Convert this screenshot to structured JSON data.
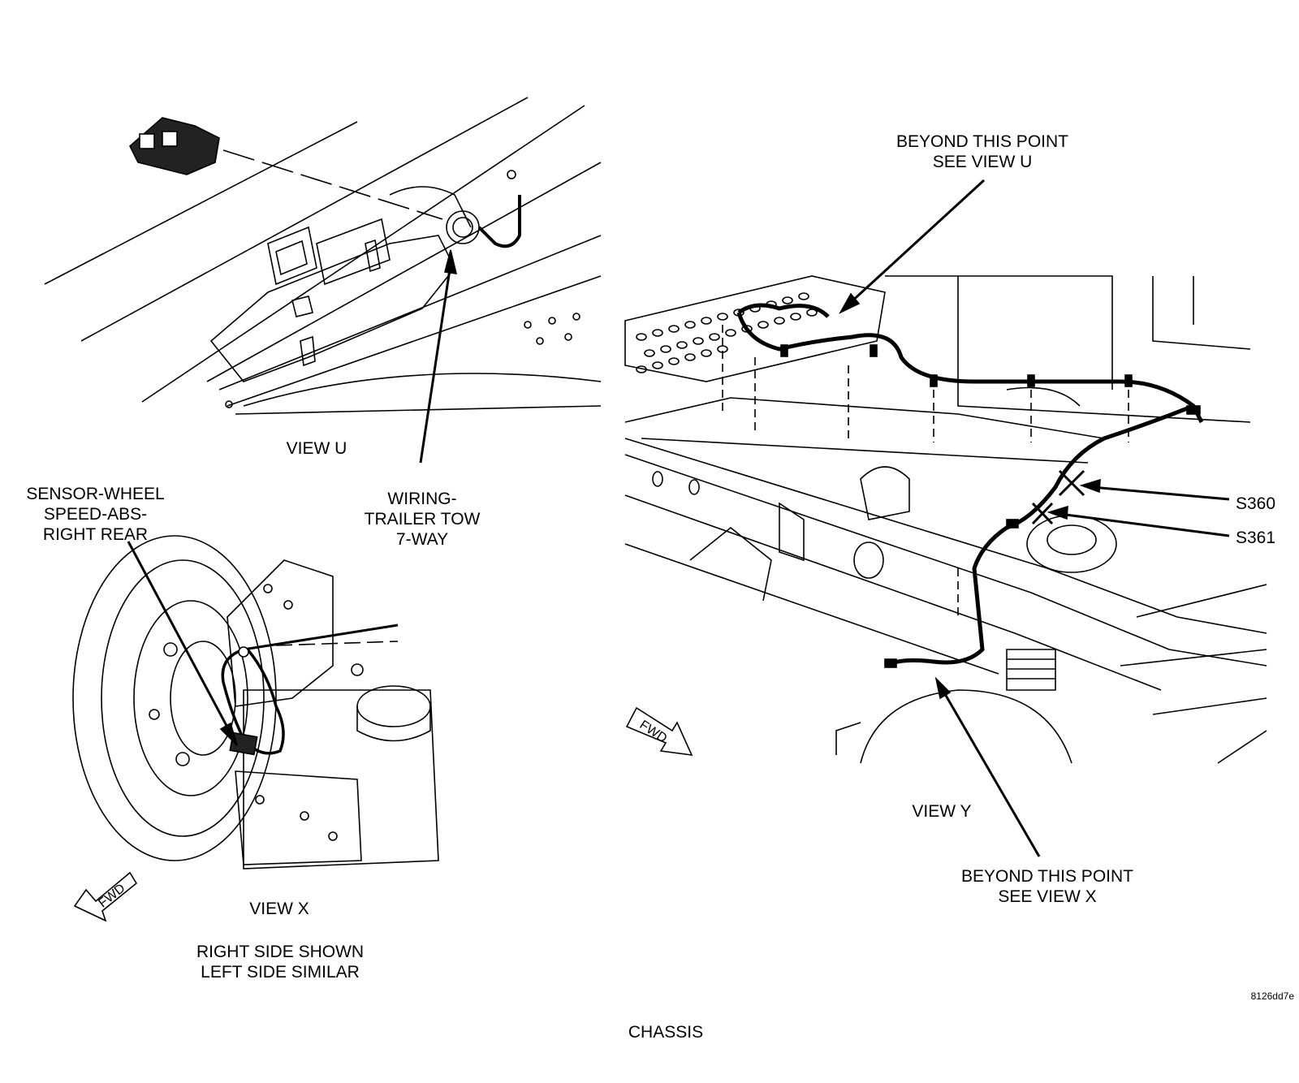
{
  "labels": {
    "beyond_u_line1": "BEYOND THIS POINT",
    "beyond_u_line2": "SEE VIEW U",
    "view_u": "VIEW U",
    "wiring_line1": "WIRING-",
    "wiring_line2": "TRAILER TOW",
    "wiring_line3": "7-WAY",
    "sensor_line1": "SENSOR-WHEEL",
    "sensor_line2": "SPEED-ABS-",
    "sensor_line3": "RIGHT REAR",
    "s360": "S360",
    "s361": "S361",
    "view_y": "VIEW Y",
    "beyond_x_line1": "BEYOND THIS POINT",
    "beyond_x_line2": "SEE VIEW X",
    "view_x": "VIEW X",
    "right_side_line1": "RIGHT SIDE SHOWN",
    "right_side_line2": "LEFT SIDE SIMILAR",
    "figure_id": "8126dd7e",
    "caption": "CHASSIS",
    "fwd_left": "FWD",
    "fwd_right": "FWD"
  }
}
